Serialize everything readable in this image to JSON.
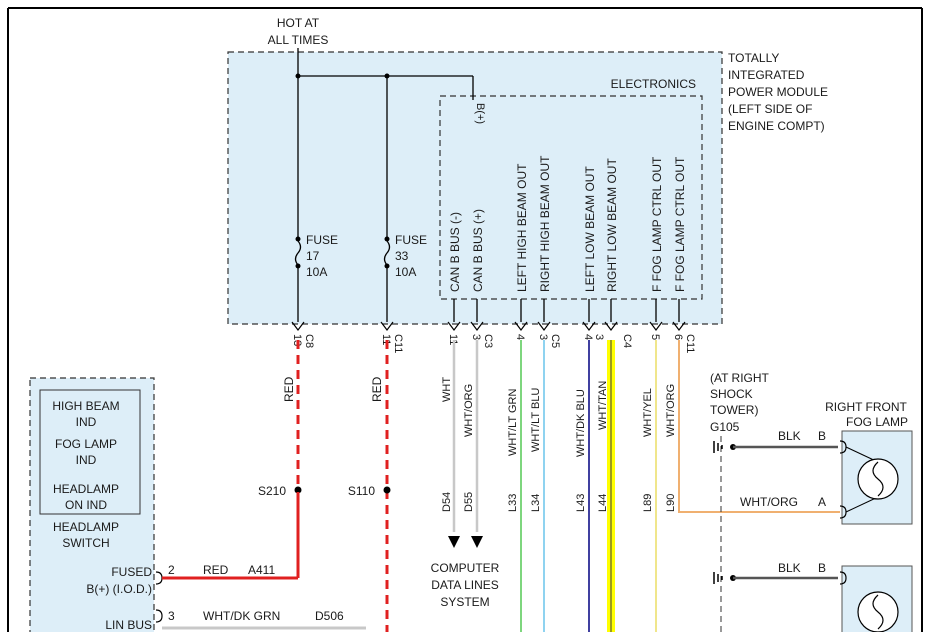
{
  "module": {
    "hot_line1": "HOT AT",
    "hot_line2": "ALL TIMES",
    "title_lines": [
      "TOTALLY",
      "INTEGRATED",
      "POWER MODULE",
      "(LEFT SIDE OF",
      "ENGINE COMPT)"
    ],
    "electronics": "ELECTRONICS",
    "bplus": "B(+)",
    "fuse17": [
      "FUSE",
      "17",
      "10A"
    ],
    "fuse33": [
      "FUSE",
      "33",
      "10A"
    ],
    "outputs": [
      "CAN B BUS (-)",
      "CAN B BUS (+)",
      "LEFT HIGH BEAM OUT",
      "RIGHT HIGH BEAM OUT",
      "LEFT LOW BEAM OUT",
      "RIGHT LOW BEAM OUT",
      "F FOG LAMP CTRL OUT",
      "F FOG LAMP CTRL OUT"
    ]
  },
  "pins": [
    {
      "pin": "13",
      "conn": "C8"
    },
    {
      "pin": "11",
      "conn": "C11"
    },
    {
      "pin": "11",
      "conn": ""
    },
    {
      "pin": "3",
      "conn": "C3"
    },
    {
      "pin": "4",
      "conn": ""
    },
    {
      "pin": "3",
      "conn": "C5"
    },
    {
      "pin": "4",
      "conn": ""
    },
    {
      "pin": "3",
      "conn": ""
    },
    {
      "pin": "",
      "conn": "C4"
    },
    {
      "pin": "5",
      "conn": ""
    },
    {
      "pin": "6",
      "conn": ""
    },
    {
      "pin": "",
      "conn": "C11"
    }
  ],
  "wires": [
    {
      "color_label": "RED",
      "circuit": "",
      "stroke": "#e02020"
    },
    {
      "color_label": "RED",
      "circuit": "",
      "stroke": "#e02020"
    },
    {
      "color_label": "WHT",
      "circuit": "D54",
      "stroke": "#c8c8c8"
    },
    {
      "color_label": "WHT/ORG",
      "circuit": "D55",
      "stroke": "#c8c8c8"
    },
    {
      "color_label": "WHT/LT GRN",
      "circuit": "L33",
      "stroke": "#7ed67e"
    },
    {
      "color_label": "WHT/LT BLU",
      "circuit": "L34",
      "stroke": "#8fd3f0"
    },
    {
      "color_label": "WHT/DK BLU",
      "circuit": "L43",
      "stroke": "#4040a0"
    },
    {
      "color_label": "WHT/TAN",
      "circuit": "L44",
      "stroke": "#ffff00"
    },
    {
      "color_label": "WHT/YEL",
      "circuit": "L89",
      "stroke": "#f0e68c"
    },
    {
      "color_label": "WHT/ORG",
      "circuit": "L90",
      "stroke": "#f0b070"
    }
  ],
  "splices": {
    "s210": "S210",
    "s110": "S110"
  },
  "computer_data": [
    "COMPUTER",
    "DATA LINES",
    "SYSTEM"
  ],
  "ground": {
    "lines": [
      "(AT RIGHT",
      "SHOCK",
      "TOWER)"
    ],
    "id": "G105"
  },
  "fog_lamp": {
    "title_lines": [
      "RIGHT FRONT",
      "FOG LAMP"
    ],
    "blk": "BLK",
    "pin_b": "B",
    "wht_org": "WHT/ORG",
    "pin_a": "A"
  },
  "lower_ground": {
    "blk": "BLK",
    "pin_b": "B"
  },
  "switch": {
    "indicators": [
      [
        "HIGH BEAM",
        "IND"
      ],
      [
        "FOG LAMP",
        "IND"
      ],
      [
        "HEADLAMP",
        "ON IND"
      ]
    ],
    "name": [
      "HEADLAMP",
      "SWITCH"
    ],
    "fused": [
      "FUSED",
      "B(+) (I.O.D.)"
    ],
    "pin2": "2",
    "red": "RED",
    "a411": "A411",
    "pin3": "3",
    "wht_dk_grn": "WHT/DK GRN",
    "d506": "D506",
    "lin_bus": "LIN BUS"
  },
  "colors": {
    "module_fill": "#ddeef8",
    "red_wire": "#e02020",
    "yellow_wire": "#ffff00"
  }
}
